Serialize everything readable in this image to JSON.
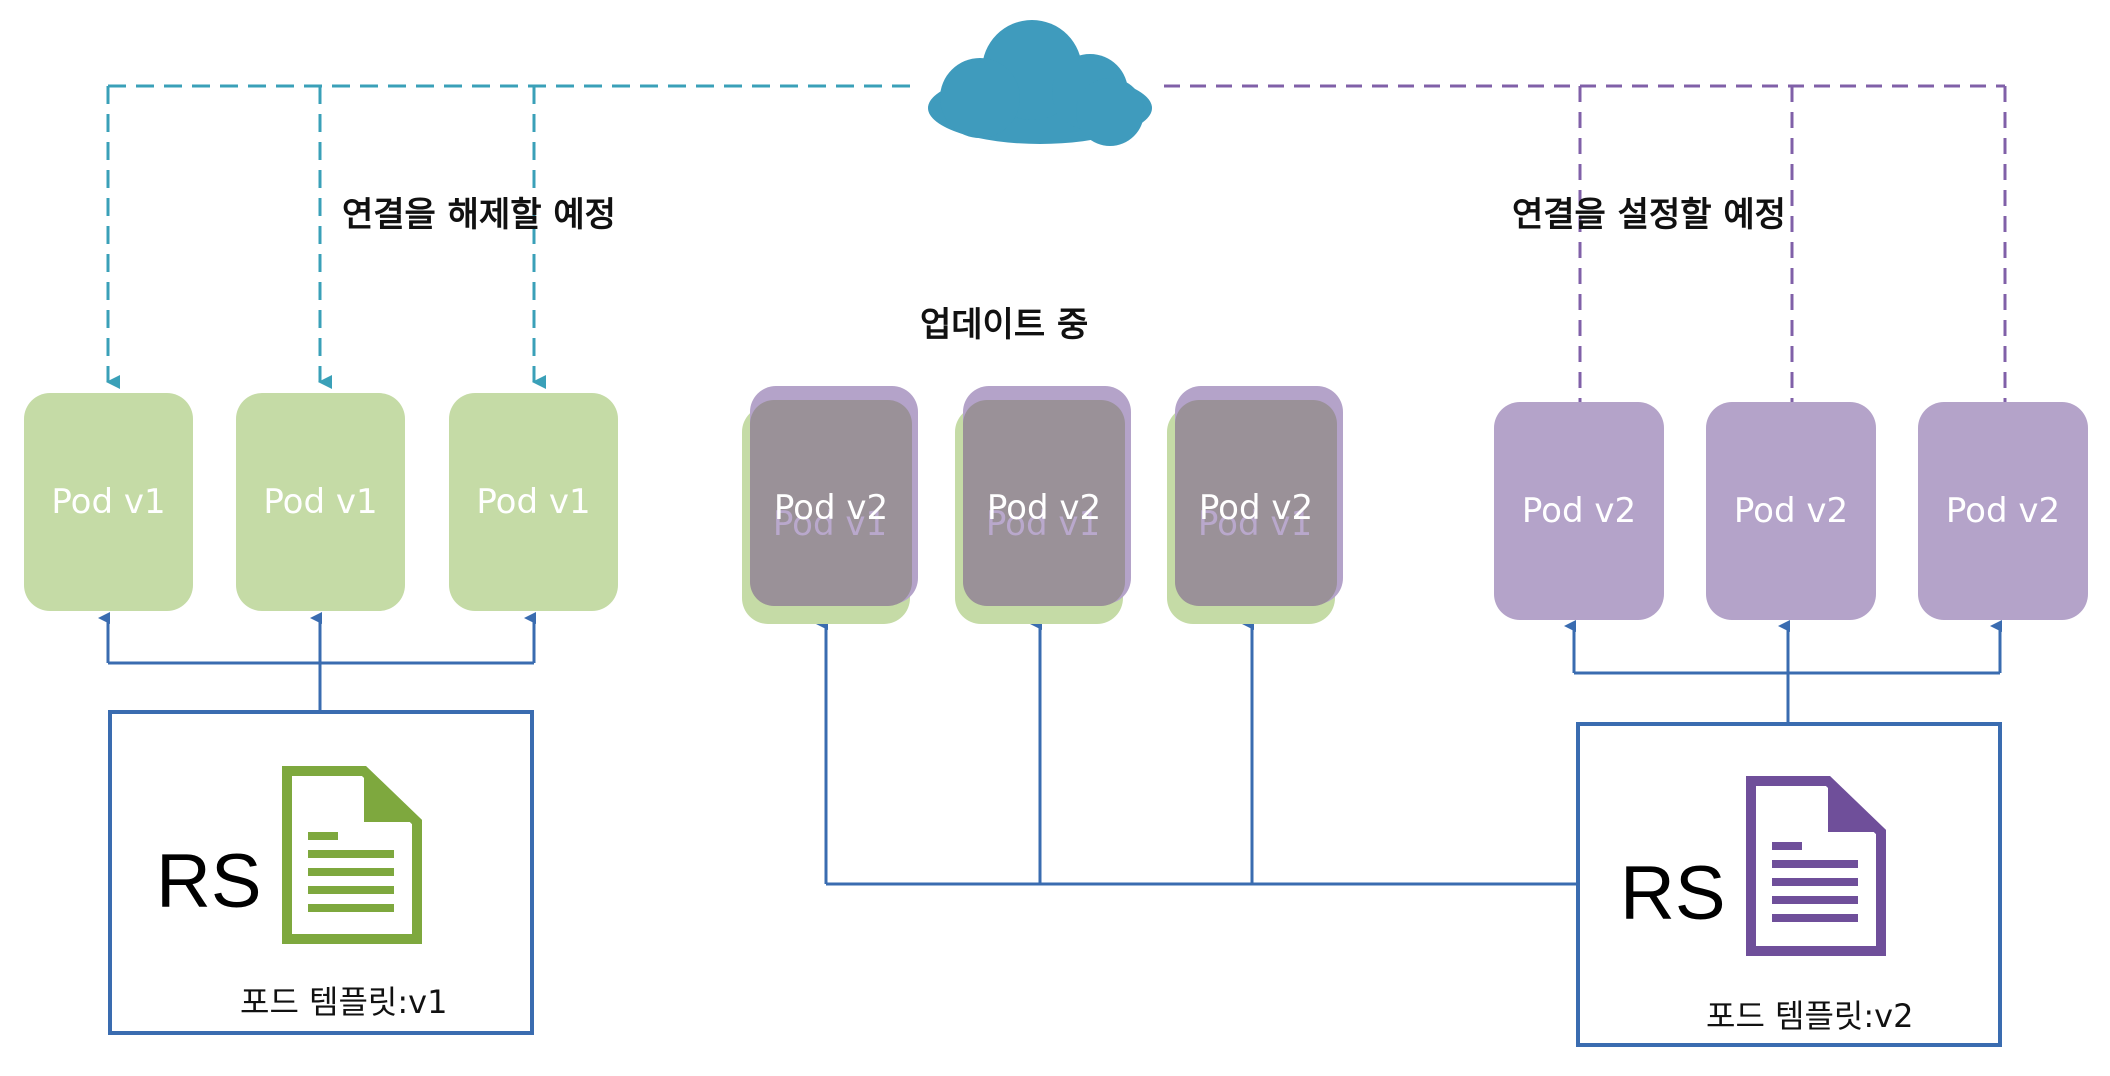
{
  "captions": {
    "disconnect": "연결을 해제할 예정",
    "connect": "연결을 설정할 예정",
    "updating": "업데이트 중"
  },
  "left_pods": [
    {
      "label": "Pod v1"
    },
    {
      "label": "Pod v1"
    },
    {
      "label": "Pod v1"
    }
  ],
  "middle_pods": [
    {
      "label": "Pod v2",
      "underlying_label": "Pod v1"
    },
    {
      "label": "Pod v2",
      "underlying_label": "Pod v1"
    },
    {
      "label": "Pod v2",
      "underlying_label": "Pod v1"
    }
  ],
  "right_pods": [
    {
      "label": "Pod v2"
    },
    {
      "label": "Pod v2"
    },
    {
      "label": "Pod v2"
    }
  ],
  "replica_sets": {
    "left": {
      "label": "RS",
      "template": "포드 템플릿:v1",
      "icon": "document-icon",
      "icon_color": "#7ea83e"
    },
    "right": {
      "label": "RS",
      "template": "포드 템플릿:v2",
      "icon": "document-icon",
      "icon_color": "#6f4f9a"
    }
  },
  "colors": {
    "cloud": "#3f9bbd",
    "dashed_left": "#3aa0b8",
    "dashed_right": "#8060a8",
    "connector": "#3a6cb0",
    "pod_v1": "#c5dba6",
    "pod_v2": "#b4a3c9"
  }
}
